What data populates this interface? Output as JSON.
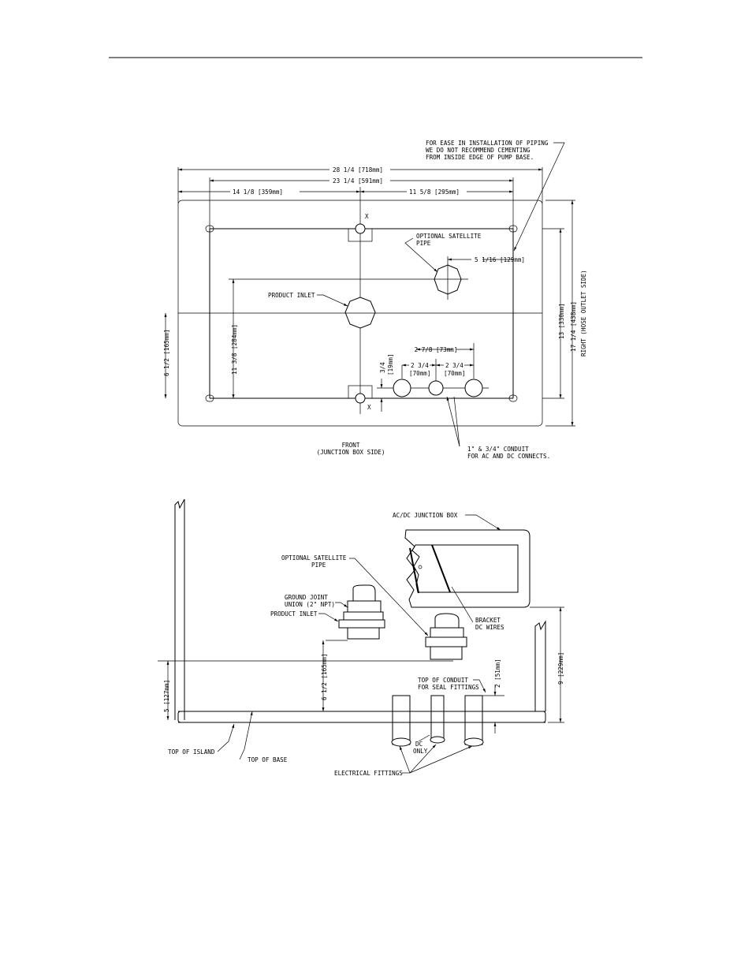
{
  "top_view": {
    "note": [
      "FOR EASE IN INSTALLATION OF PIPING",
      "WE DO NOT RECOMMEND CEMENTING",
      "FROM INSIDE EDGE OF PUMP BASE."
    ],
    "dim_overall_width": "28 1/4 [718mm]",
    "dim_inner_width": "23 1/4 [591mm]",
    "dim_left_to_center": "14 1/8 [359mm]",
    "dim_center_to_right": "11 5/8 [295mm]",
    "optional_satellite_pipe": [
      "OPTIONAL SATELLITE",
      "PIPE"
    ],
    "dim_satellite_offset": "5 1/16 [129mm]",
    "product_inlet": "PRODUCT INLET",
    "dim_inlet_height": "11 3/8 [284mm]",
    "dim_left_height": "6 1/2 [165mm]",
    "dim_inner_depth": "13 [330mm]",
    "dim_overall_depth": "17 1/4 [438mm]",
    "right_side_label": "RIGHT (HOSE OUTLET SIDE)",
    "dim_conduit_span": "2 7/8 [73mm]",
    "dim_conduit_edge": [
      "3/4",
      "[19mm]"
    ],
    "dim_conduit_spacing_1": [
      "2 3/4",
      "[70mm]"
    ],
    "dim_conduit_spacing_2": [
      "2 3/4",
      "[70mm]"
    ],
    "x_mark": "X",
    "front_label": [
      "FRONT",
      "(JUNCTION BOX SIDE)"
    ],
    "conduit_note": [
      "1\" & 3/4\" CONDUIT",
      "FOR AC AND DC CONNECTS."
    ]
  },
  "side_view": {
    "junction_box": "AC/DC JUNCTION BOX",
    "optional_satellite_pipe": [
      "OPTIONAL SATELLITE",
      "PIPE"
    ],
    "ground_joint_union": [
      "GROUND JOINT",
      "UNION (2\" NPT)"
    ],
    "product_inlet": "PRODUCT INLET",
    "bracket": [
      "BRACKET",
      "DC WIRES"
    ],
    "dim_left": "5 [127mm]",
    "dim_inlet": "6 1/2 [165mm]",
    "dim_right": "9 [229mm]",
    "dim_conduit": "2 [51mm]",
    "top_of_conduit": [
      "TOP OF CONDUIT",
      "FOR SEAL FITTINGS"
    ],
    "dc_only": [
      "DC",
      "ONLY"
    ],
    "top_of_island": "TOP OF ISLAND",
    "top_of_base": "TOP OF BASE",
    "electrical_fittings": "ELECTRICAL FITTINGS"
  }
}
